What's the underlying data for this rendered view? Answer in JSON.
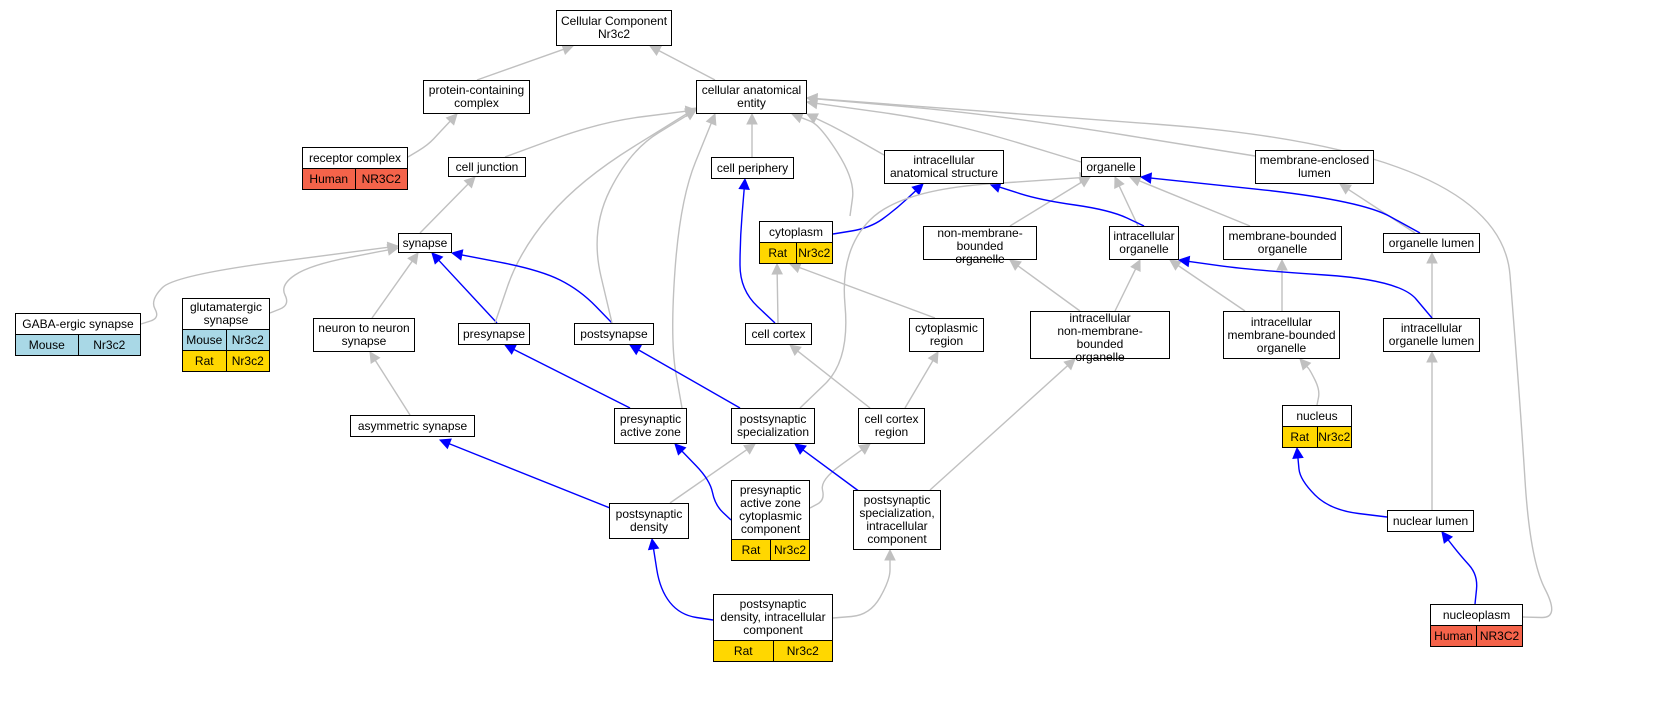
{
  "nodes": [
    {
      "id": "cc",
      "label": "Cellular Component\nNr3c2"
    },
    {
      "id": "pcc",
      "label": "protein-containing\ncomplex"
    },
    {
      "id": "cae",
      "label": "cellular anatomical\nentity"
    },
    {
      "id": "rc",
      "label": "receptor complex",
      "annotations": [
        {
          "species": "Human",
          "gene": "NR3C2"
        }
      ]
    },
    {
      "id": "cj",
      "label": "cell junction"
    },
    {
      "id": "cp",
      "label": "cell periphery"
    },
    {
      "id": "ias",
      "label": "intracellular\nanatomical structure"
    },
    {
      "id": "org",
      "label": "organelle"
    },
    {
      "id": "mel",
      "label": "membrane-enclosed\nlumen"
    },
    {
      "id": "syn",
      "label": "synapse"
    },
    {
      "id": "cyt",
      "label": "cytoplasm",
      "annotations": [
        {
          "species": "Rat",
          "gene": "Nr3c2"
        }
      ]
    },
    {
      "id": "nmbo",
      "label": "non-membrane-bounded\norganelle"
    },
    {
      "id": "io",
      "label": "intracellular\norganelle"
    },
    {
      "id": "mbo",
      "label": "membrane-bounded\norganelle"
    },
    {
      "id": "ol",
      "label": "organelle lumen"
    },
    {
      "id": "gaba",
      "label": "GABA-ergic synapse",
      "annotations": [
        {
          "species": "Mouse",
          "gene": "Nr3c2"
        }
      ]
    },
    {
      "id": "glu",
      "label": "glutamatergic\nsynapse",
      "annotations": [
        {
          "species": "Mouse",
          "gene": "Nr3c2"
        },
        {
          "species": "Rat",
          "gene": "Nr3c2"
        }
      ]
    },
    {
      "id": "nns",
      "label": "neuron to neuron\nsynapse"
    },
    {
      "id": "pre",
      "label": "presynapse"
    },
    {
      "id": "post",
      "label": "postsynapse"
    },
    {
      "id": "cco",
      "label": "cell cortex"
    },
    {
      "id": "cr",
      "label": "cytoplasmic\nregion"
    },
    {
      "id": "inmbo",
      "label": "intracellular\nnon-membrane-bounded\norganelle"
    },
    {
      "id": "imbo",
      "label": "intracellular\nmembrane-bounded\norganelle"
    },
    {
      "id": "iol",
      "label": "intracellular\norganelle lumen"
    },
    {
      "id": "nuc",
      "label": "nucleus",
      "annotations": [
        {
          "species": "Rat",
          "gene": "Nr3c2"
        }
      ]
    },
    {
      "id": "asyn",
      "label": "asymmetric synapse"
    },
    {
      "id": "paz",
      "label": "presynaptic\nactive zone"
    },
    {
      "id": "pss",
      "label": "postsynaptic\nspecialization"
    },
    {
      "id": "ccr",
      "label": "cell cortex\nregion"
    },
    {
      "id": "psd",
      "label": "postsynaptic\ndensity"
    },
    {
      "id": "pazcc",
      "label": "presynaptic\nactive zone\ncytoplasmic\ncomponent",
      "annotations": [
        {
          "species": "Rat",
          "gene": "Nr3c2"
        }
      ]
    },
    {
      "id": "pssic",
      "label": "postsynaptic\nspecialization,\nintracellular\ncomponent"
    },
    {
      "id": "nl",
      "label": "nuclear lumen"
    },
    {
      "id": "psdic",
      "label": "postsynaptic\ndensity, intracellular\ncomponent",
      "annotations": [
        {
          "species": "Rat",
          "gene": "Nr3c2"
        }
      ]
    },
    {
      "id": "np",
      "label": "nucleoplasm",
      "annotations": [
        {
          "species": "Human",
          "gene": "NR3C2"
        }
      ]
    }
  ],
  "edges": [
    {
      "from": "pcc",
      "to": "cc",
      "type": "is_a"
    },
    {
      "from": "cae",
      "to": "cc",
      "type": "is_a"
    },
    {
      "from": "rc",
      "to": "pcc",
      "type": "is_a"
    },
    {
      "from": "cj",
      "to": "cae",
      "type": "is_a"
    },
    {
      "from": "cp",
      "to": "cae",
      "type": "is_a"
    },
    {
      "from": "ias",
      "to": "cae",
      "type": "is_a"
    },
    {
      "from": "org",
      "to": "cae",
      "type": "is_a"
    },
    {
      "from": "mel",
      "to": "cae",
      "type": "is_a"
    },
    {
      "from": "syn",
      "to": "cj",
      "type": "is_a"
    },
    {
      "from": "cyt",
      "to": "cae",
      "type": "is_a"
    },
    {
      "from": "cyt",
      "to": "ias",
      "type": "part_of"
    },
    {
      "from": "nmbo",
      "to": "org",
      "type": "is_a"
    },
    {
      "from": "io",
      "to": "org",
      "type": "is_a"
    },
    {
      "from": "io",
      "to": "ias",
      "type": "part_of"
    },
    {
      "from": "mbo",
      "to": "org",
      "type": "is_a"
    },
    {
      "from": "ol",
      "to": "mel",
      "type": "is_a"
    },
    {
      "from": "ol",
      "to": "org",
      "type": "part_of"
    },
    {
      "from": "gaba",
      "to": "syn",
      "type": "is_a"
    },
    {
      "from": "glu",
      "to": "syn",
      "type": "is_a"
    },
    {
      "from": "nns",
      "to": "syn",
      "type": "is_a"
    },
    {
      "from": "pre",
      "to": "syn",
      "type": "part_of"
    },
    {
      "from": "pre",
      "to": "cae",
      "type": "is_a"
    },
    {
      "from": "post",
      "to": "syn",
      "type": "part_of"
    },
    {
      "from": "post",
      "to": "cae",
      "type": "is_a"
    },
    {
      "from": "cco",
      "to": "cp",
      "type": "part_of"
    },
    {
      "from": "cco",
      "to": "cyt",
      "type": "is_a"
    },
    {
      "from": "cr",
      "to": "cyt",
      "type": "is_a"
    },
    {
      "from": "inmbo",
      "to": "nmbo",
      "type": "is_a"
    },
    {
      "from": "inmbo",
      "to": "io",
      "type": "is_a"
    },
    {
      "from": "imbo",
      "to": "io",
      "type": "is_a"
    },
    {
      "from": "imbo",
      "to": "mbo",
      "type": "is_a"
    },
    {
      "from": "iol",
      "to": "ol",
      "type": "is_a"
    },
    {
      "from": "iol",
      "to": "io",
      "type": "part_of"
    },
    {
      "from": "nuc",
      "to": "imbo",
      "type": "is_a"
    },
    {
      "from": "asyn",
      "to": "nns",
      "type": "is_a"
    },
    {
      "from": "paz",
      "to": "pre",
      "type": "part_of"
    },
    {
      "from": "paz",
      "to": "cae",
      "type": "is_a"
    },
    {
      "from": "pss",
      "to": "post",
      "type": "part_of"
    },
    {
      "from": "pss",
      "to": "org",
      "type": "is_a"
    },
    {
      "from": "ccr",
      "to": "cco",
      "type": "is_a"
    },
    {
      "from": "ccr",
      "to": "cr",
      "type": "is_a"
    },
    {
      "from": "psd",
      "to": "asyn",
      "type": "part_of"
    },
    {
      "from": "psd",
      "to": "pss",
      "type": "is_a"
    },
    {
      "from": "pazcc",
      "to": "paz",
      "type": "part_of"
    },
    {
      "from": "pazcc",
      "to": "ccr",
      "type": "is_a"
    },
    {
      "from": "pssic",
      "to": "pss",
      "type": "part_of"
    },
    {
      "from": "pssic",
      "to": "inmbo",
      "type": "is_a"
    },
    {
      "from": "nl",
      "to": "nuc",
      "type": "part_of"
    },
    {
      "from": "nl",
      "to": "iol",
      "type": "is_a"
    },
    {
      "from": "psdic",
      "to": "psd",
      "type": "part_of"
    },
    {
      "from": "psdic",
      "to": "pssic",
      "type": "is_a"
    },
    {
      "from": "np",
      "to": "nl",
      "type": "part_of"
    },
    {
      "from": "np",
      "to": "cae",
      "type": "is_a"
    }
  ],
  "colors": {
    "is_a": "#c0c0c0",
    "part_of": "#0000ff",
    "Rat": "#ffd700",
    "Human": "#f4634a",
    "Mouse": "#a9d8e6"
  }
}
